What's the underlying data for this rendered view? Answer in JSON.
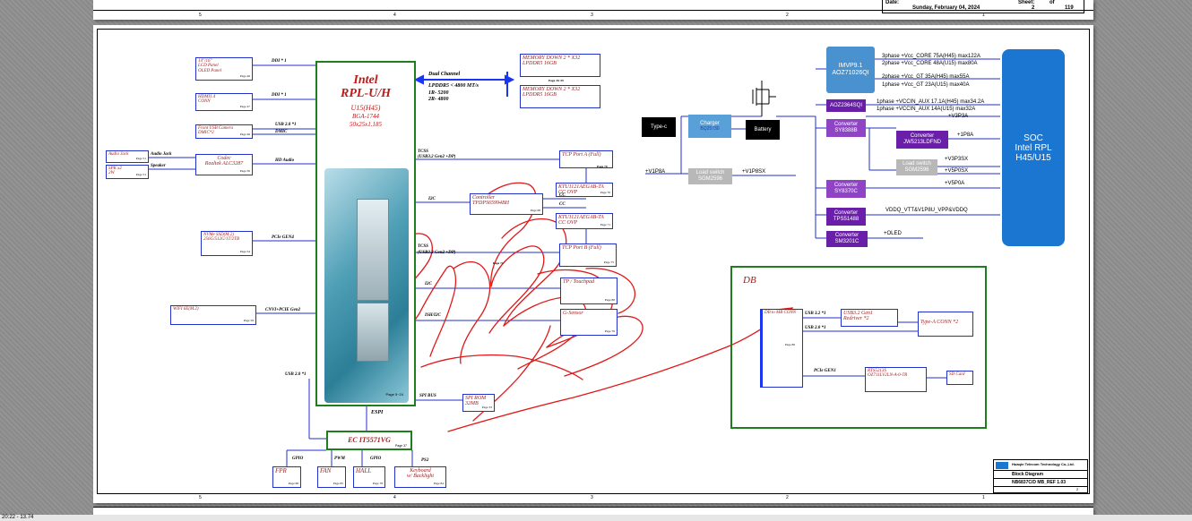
{
  "top_sheet": {
    "date_label": "Date:",
    "date_value": "Sunday, February 04, 2024",
    "sheet_label": "Sheet:",
    "sheet_num": "2",
    "of_label": "of",
    "sheet_total": "119",
    "zones": [
      "5",
      "4",
      "3",
      "2",
      "1"
    ]
  },
  "cpu": {
    "brand": "Intel",
    "model": "RPL-U/H",
    "variant": "U15(H45)",
    "package": "BGA-1744",
    "size": "50x25x1.185",
    "page": "Page 5~24"
  },
  "memory": {
    "channel": "Dual Channel",
    "speed": "LPDDR5 < 4800 MT/s",
    "r1": "1R- 5200",
    "r2": "2R- 4800",
    "page": "Page 26~29",
    "down1": {
      "l1": "MEMORY DOWN  2 * X32",
      "l2": "LPDDR5 16GB"
    },
    "down2": {
      "l1": "MEMORY DOWN  2 * X32",
      "l2": "LPDDR5 16GB"
    }
  },
  "left_blocks": [
    {
      "l1": "14\"/16\"",
      "l2": "LCD Panel",
      "l3": "OLED Panel",
      "page": "Page 46",
      "bus": "DDI * 1"
    },
    {
      "l1": "HDMI1.4",
      "l2": "CONN",
      "page": "Page 47",
      "bus": "DDI * 1"
    },
    {
      "l1": "Front USB Camera",
      "l2": "DMIC*2",
      "page": "Page 46",
      "bus": "USB 2.0 *1",
      "bus2": "DMIC"
    },
    {
      "l1": "Audio Jack",
      "page": "Page 51",
      "bus": "Audio Jack"
    },
    {
      "l1": "SPK x2",
      "l2": "2W",
      "page": "Page 51",
      "bus": "Speaker"
    },
    {
      "l1": "Codec",
      "l2": "Realtek ALC3287",
      "page": "Page 50",
      "bus": "HD Audio"
    },
    {
      "l1": "NVMe SSD(M.2)",
      "l2": "256G/512G/1T/2TB",
      "page": "Page 54",
      "bus": "PCIe GEN4"
    },
    {
      "l1": "WIFI 6E(M.2)",
      "page": "Page 59",
      "bus": "CNVI+PCIE Gen2"
    }
  ],
  "right_blocks": {
    "tcss_a": "TCSS",
    "usb32_a": "(USB3.2 Gen2 +DP)",
    "tcp_a": "TCP Port A (Full)",
    "tcp_a_page": "Page 70",
    "ktu1_l1": "KTU1121AEGAB-TA",
    "ktu1_l2": "CC OVP",
    "ktu1_page": "Page 70",
    "i2c_1": "I2C",
    "ctrl_l1": "Controller",
    "ctrl_l2": "TPDPS65994BH",
    "ctrl_page": "Page 68",
    "cc_1": "CC",
    "cc_2": "CC",
    "ktu2_l1": "KTU1121AEGAB-TA",
    "ktu2_l2": "CC OVP",
    "ktu2_page": "Page 71",
    "tcss_b": "TCSS",
    "usb32_b": "(USB3.2 Gen2 +DP)",
    "tcp_b": "TCP Port B (Full)",
    "tcp_b_page": "Page 75",
    "page71": "Page 71",
    "i2c_2": "I2C",
    "touchpad": "TP / Touchpad",
    "tp_page": "Page 80",
    "ish": "ISH/I2C",
    "gsensor": "G-Sensor",
    "gs_page": "Page 79",
    "spi_bus": "SPI BUS",
    "spirom_l1": "SPI ROM",
    "spirom_l2": "32MB",
    "spirom_page": "Page 33",
    "usb20": "USB 2.0 *1",
    "espi": "ESPI"
  },
  "ec": {
    "label": "EC  IT5571VG",
    "page": "Page 37"
  },
  "ec_children": [
    {
      "label": "FPR",
      "page": "Page 68",
      "bus": "GPIO"
    },
    {
      "label": "FAN",
      "page": "Page 85",
      "bus": "PWM"
    },
    {
      "label": "HALL",
      "page": "Page 78",
      "bus": "GPIO"
    },
    {
      "l1": "Keyboard",
      "l2": "w/ Backlight",
      "page": "Page 84",
      "bus": "PS2"
    }
  ],
  "power": {
    "typec": "Type-c",
    "charger": "Charger",
    "charger_part": "BQ25730",
    "battery": "Battery",
    "v1p8a": "+V1P8A",
    "load_switch": "Load switch",
    "ls_part": "SGM2596",
    "v1p8sx": "+V1P8SX",
    "imvp_l1": "IMVP9.1",
    "imvp_l2": "AOZ71026QI",
    "rails_imvp": [
      "3phase +Vcc_CORE  75A(H45) max122A",
      "2phase +Vcc_CORE  48A(U15) max80A",
      "2phase +Vcc_GT  35A(H45) max55A",
      "1phase +Vcc_GT  23A(U15) max40A"
    ],
    "aoz": "AOZ2364SQI",
    "rails_aoz": [
      "1phase +VCCIN_AUX  17.1A(H45) max34.2A",
      "1phase +VCCIN_AUX  14A(U15) max32A"
    ],
    "v3p3a": "+V3P3A",
    "conv": "Converter",
    "sy8388b": "SY8388B",
    "jw5213": "JW5213LDFND",
    "v1p8a2": "+1P8A",
    "ls2": "Load switch",
    "ls2_part": "SGM2596",
    "v3p3sx": "+V3P3SX",
    "v5posx": "+V5P0SX",
    "v5poa": "+V5P0A",
    "sy8370c": "SY8370C",
    "tps51488": "TPS51488",
    "vddq": "VDDQ_VTT&V1P8U_VPP&VDDQ",
    "sm3201c": "SM3201C",
    "oled": "+OLED",
    "soc_l1": "SOC",
    "soc_l2": "Intel RPL",
    "soc_l3": "H45/U15"
  },
  "db": {
    "title": "DB",
    "conn": "DB to MB CONN",
    "conn_page": "Page 86",
    "usb32": "USB 3.2 *1",
    "usb20": "USB 2.0 *1",
    "pcie": "PCIe GEN1",
    "redriver_l1": "USB3.2 Gen1",
    "redriver_l2": "Redriver *2",
    "typea": "Type-A CONN *2",
    "rts_l1": "RTS5213S",
    "rts_l2": "OZ711LV2LN-A-0-TR",
    "sdcard": "SD Card"
  },
  "title_block": {
    "company": "Huaqin Telecom Technology Co.,Ltd.",
    "title": "Block Diagram",
    "doc": "NB6837C/D MB_REF 1.03",
    "sheet": "2"
  },
  "status": {
    "time": "20:22 - 13.74"
  },
  "colors": {
    "wire": "#2030c8",
    "ink": "#e01818",
    "green": "#1e7e1e",
    "purple": "#6a1fa8",
    "blue": "#1b76d2"
  }
}
